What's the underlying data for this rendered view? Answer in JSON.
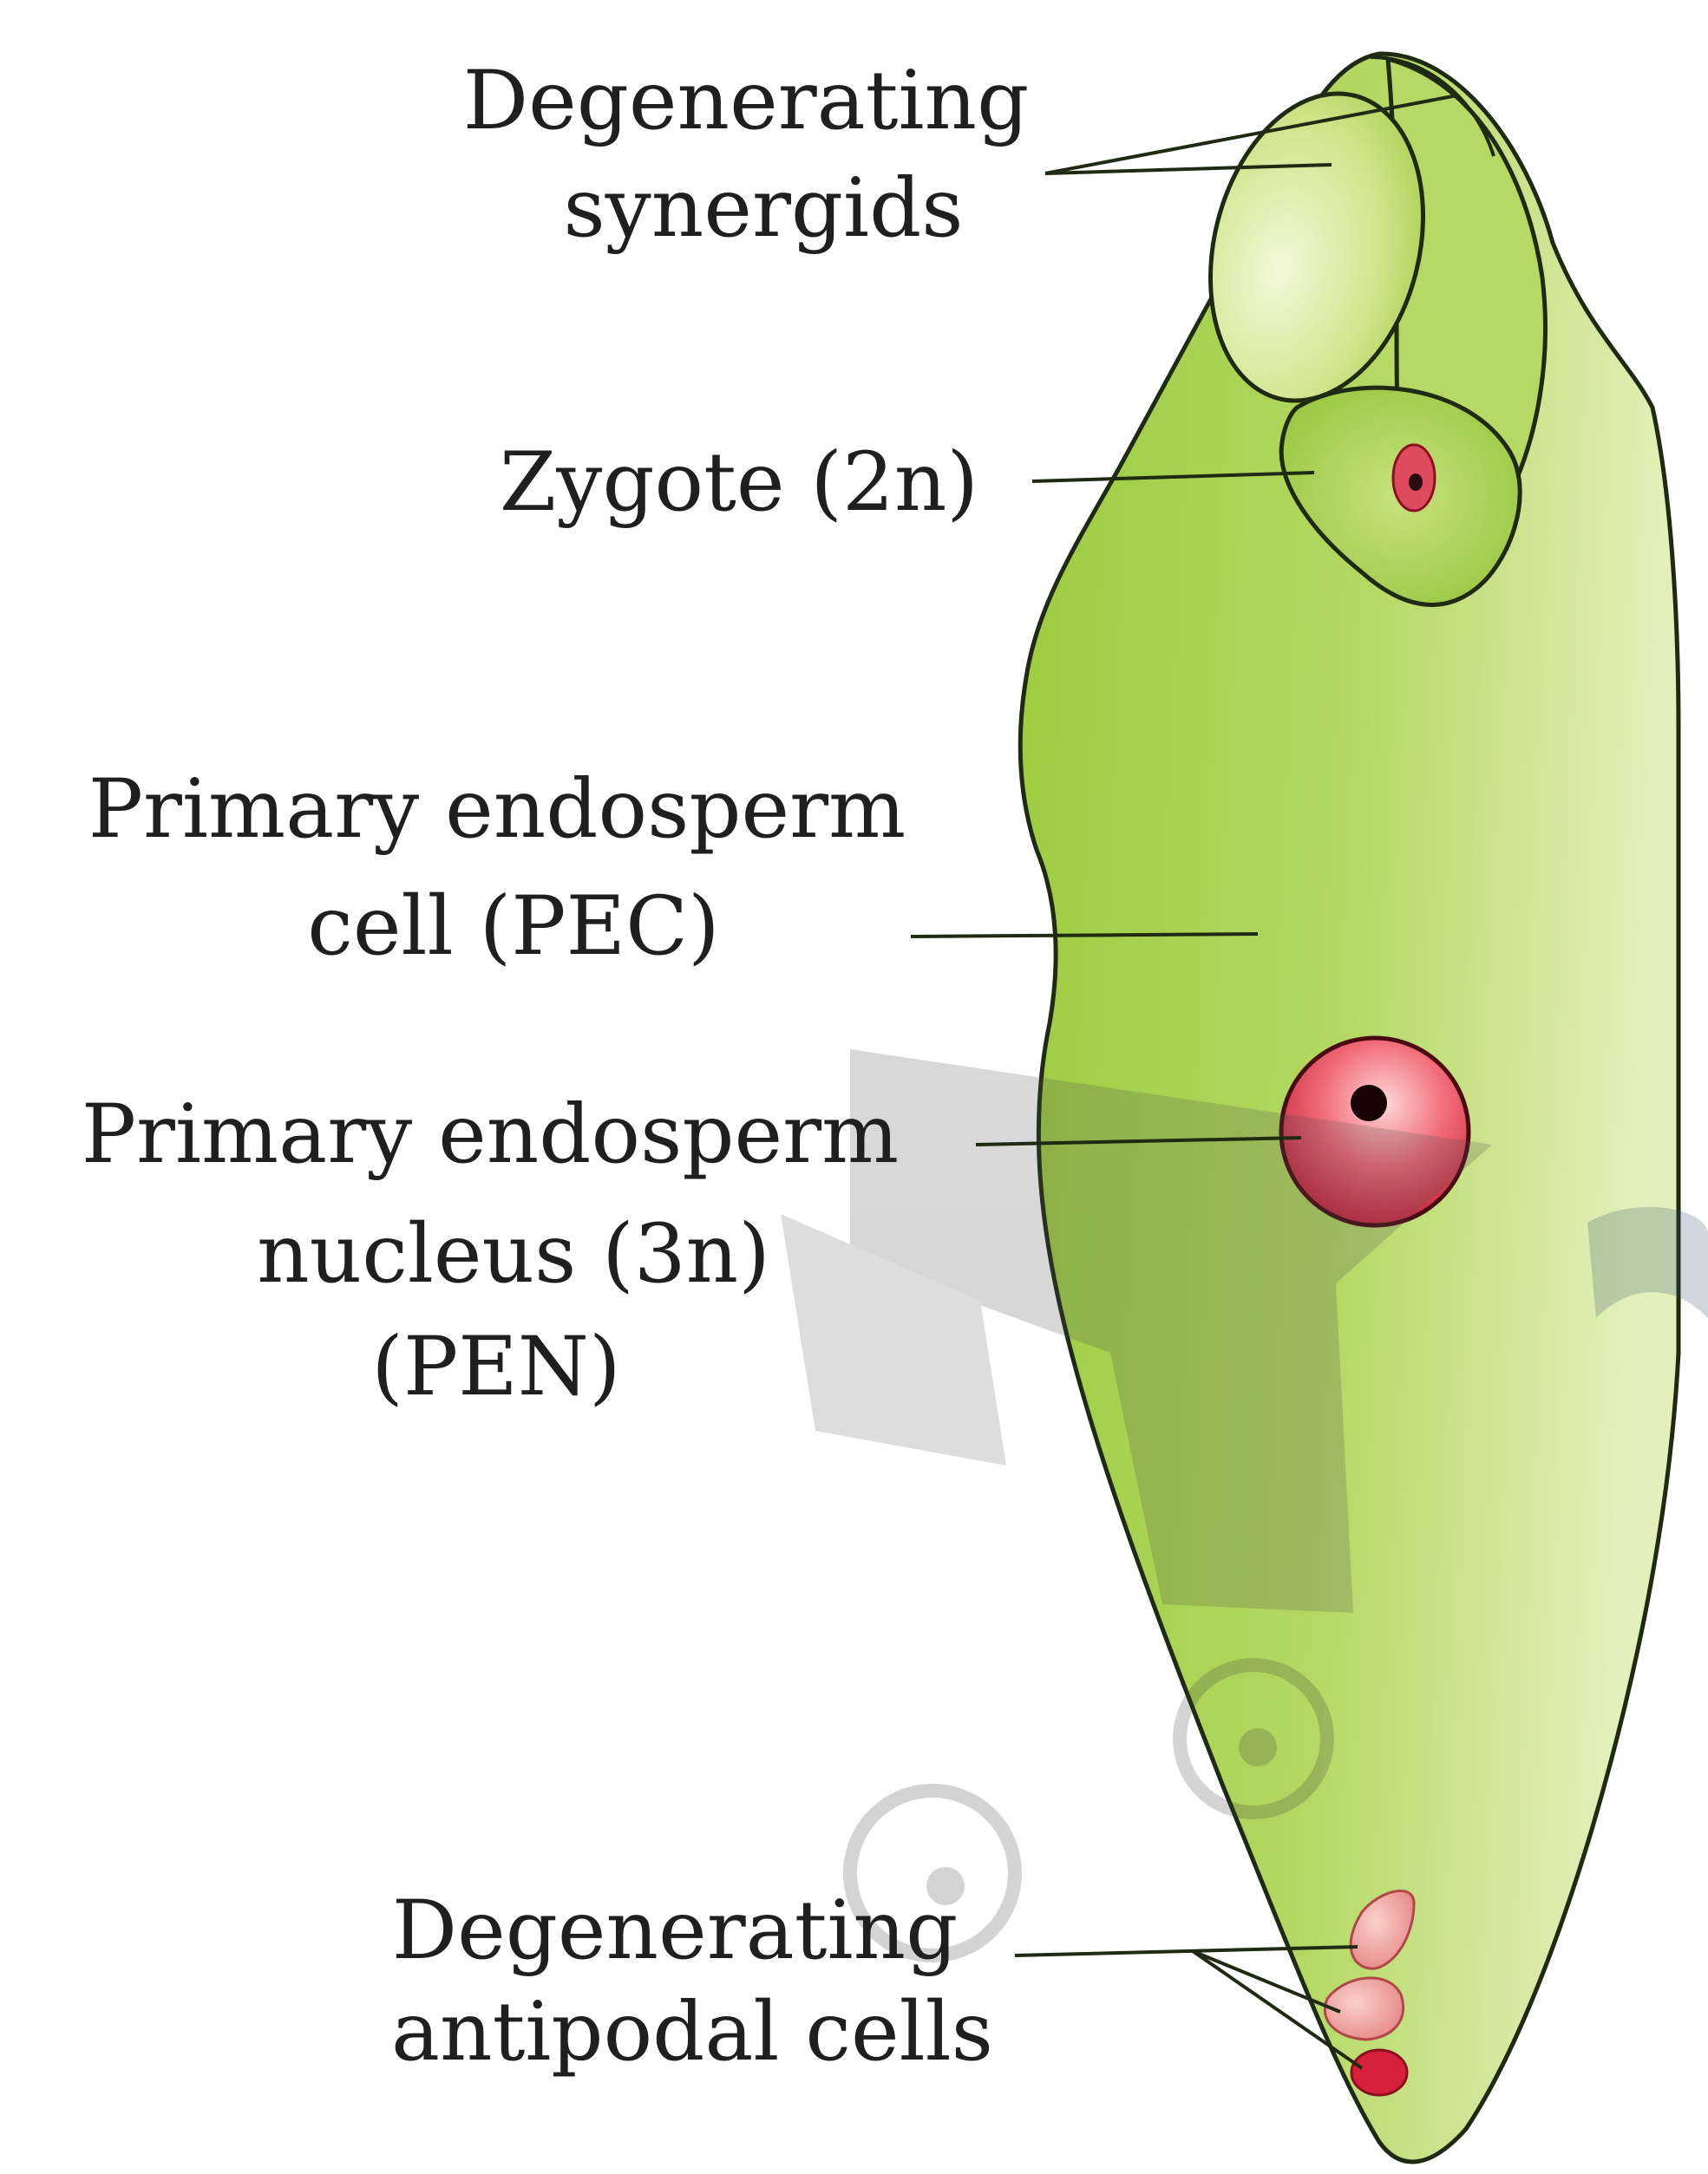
{
  "labels": {
    "synergids": {
      "line1": "Degenerating",
      "line2": "synergids"
    },
    "zygote": {
      "line1": "Zygote (2n)"
    },
    "pec": {
      "line1": "Primary endosperm",
      "line2": "cell (PEC)"
    },
    "pen": {
      "line1": "Primary endosperm",
      "line2": "nucleus (3n)",
      "line3": "(PEN)"
    },
    "antipodal": {
      "line1": "Degenerating",
      "line2": "antipodal cells"
    }
  },
  "colors": {
    "embryo_sac": "#a6cf4c",
    "embryo_sac_light": "#dcecae",
    "outline": "#1e2a12",
    "nucleus": "#d8324a",
    "antipodal": "#f2a3a0",
    "label_text": "#1f1f1f",
    "watermark": "#8a8a8a"
  }
}
